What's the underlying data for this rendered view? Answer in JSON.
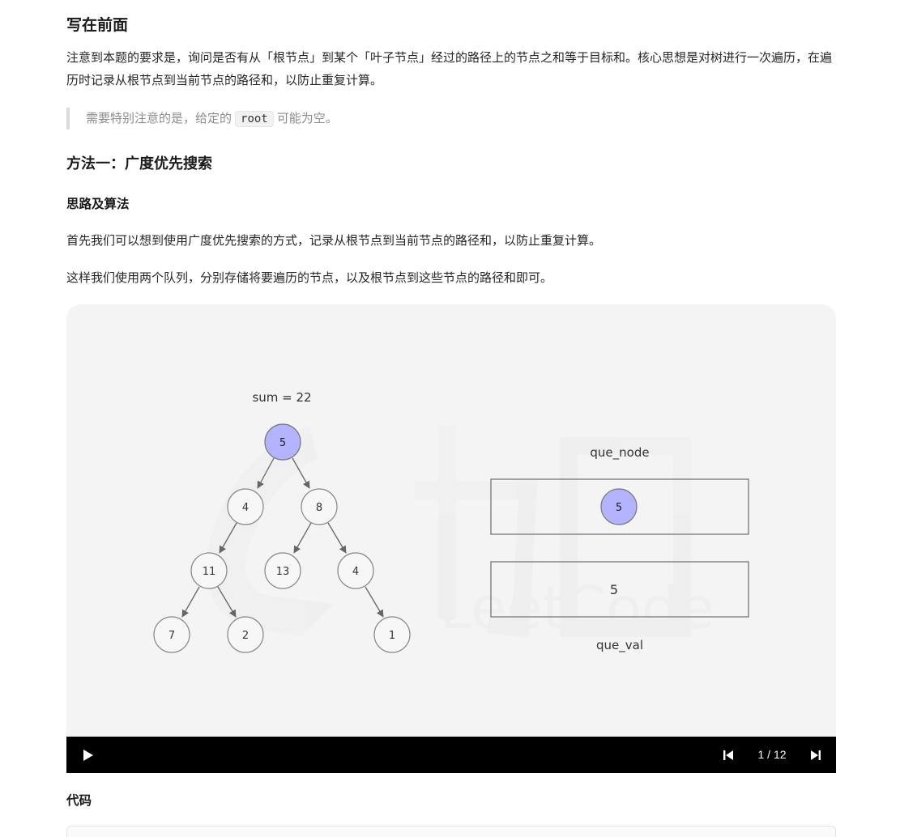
{
  "heading_intro": "写在前面",
  "intro_text": "注意到本题的要求是，询问是否有从「根节点」到某个「叶子节点」经过的路径上的节点之和等于目标和。核心思想是对树进行一次遍历，在遍历时记录从根节点到当前节点的路径和，以防止重复计算。",
  "quote": {
    "before": "需要特别注意的是，给定的",
    "code": "root",
    "after": "可能为空。"
  },
  "heading_method1": "方法一：广度优先搜索",
  "heading_idea": "思路及算法",
  "para1": "首先我们可以想到使用广度优先搜索的方式，记录从根节点到当前节点的路径和，以防止重复计算。",
  "para2": "这样我们使用两个队列，分别存储将要遍历的节点，以及根节点到这些节点的路径和即可。",
  "viz": {
    "sum_label": "sum = 22",
    "tree_nodes": [
      "5",
      "4",
      "8",
      "11",
      "13",
      "4",
      "7",
      "2",
      "1"
    ],
    "active_color": "#b3b3ff",
    "que_node_label": "que_node",
    "que_node_items": [
      "5"
    ],
    "que_val_items": [
      "5"
    ],
    "que_val_label": "que_val",
    "watermark_text": "LeetCode"
  },
  "player": {
    "counter": "1 / 12"
  },
  "heading_code": "代码"
}
